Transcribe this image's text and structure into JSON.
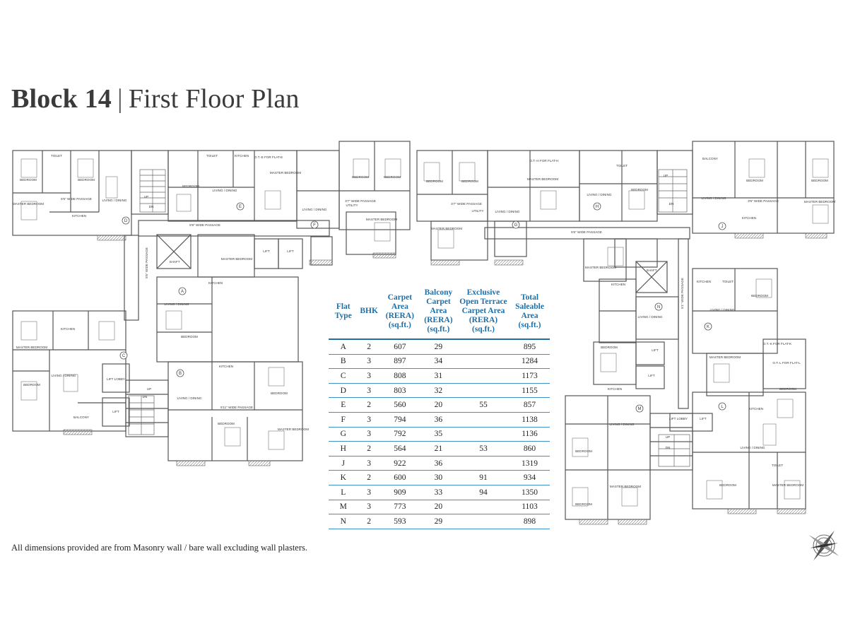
{
  "title": {
    "block": "Block 14",
    "separator": "|",
    "subtitle": "First Floor Plan"
  },
  "table": {
    "headers": [
      "Flat Type",
      "BHK",
      "Carpet Area (RERA) (sq.ft.)",
      "Balcony Carpet Area (RERA) (sq.ft.)",
      "Exclusive Open Terrace Carpet Area (RERA) (sq.ft.)",
      "Total Saleable Area (sq.ft.)"
    ],
    "rows": [
      [
        "A",
        "2",
        "607",
        "29",
        "",
        "895"
      ],
      [
        "B",
        "3",
        "897",
        "34",
        "",
        "1284"
      ],
      [
        "C",
        "3",
        "808",
        "31",
        "",
        "1173"
      ],
      [
        "D",
        "3",
        "803",
        "32",
        "",
        "1155"
      ],
      [
        "E",
        "2",
        "560",
        "20",
        "55",
        "857"
      ],
      [
        "F",
        "3",
        "794",
        "36",
        "",
        "1138"
      ],
      [
        "G",
        "3",
        "792",
        "35",
        "",
        "1136"
      ],
      [
        "H",
        "2",
        "564",
        "21",
        "53",
        "860"
      ],
      [
        "J",
        "3",
        "922",
        "36",
        "",
        "1319"
      ],
      [
        "K",
        "2",
        "600",
        "30",
        "91",
        "934"
      ],
      [
        "L",
        "3",
        "909",
        "33",
        "94",
        "1350"
      ],
      [
        "M",
        "3",
        "773",
        "20",
        "",
        "1103"
      ],
      [
        "N",
        "2",
        "593",
        "29",
        "",
        "898"
      ]
    ]
  },
  "note": "All dimensions provided are from Masonry wall / bare wall excluding wall plasters.",
  "plan_labels": {
    "passage_5ft9_top": "5'9\" WIDE PASSAGE",
    "passage_5ft6_right": "5'6\" WIDE PASSAGE",
    "passage_5ft5_left": "5'5\" WIDE PASSAGE",
    "passage_5ft_wide": "5'5\" WIDE PASSAGE",
    "passage_5ft11_right": "5'1\" WIDE PASSAGE",
    "passage_3ft7": "3'7\" WIDE PASSAGE",
    "passage_3ft6": "3'6\" WIDE PASSAGE",
    "passage_5ft11_b": "5'11\" WIDE PASSAGE",
    "shaft": "SHAFT",
    "lift": "LIFT",
    "lift_lobby": "LIFT LOBBY",
    "up": "UP",
    "dn": "DN",
    "bedroom": "BEDROOM",
    "master_bedroom": "MASTER BEDROOM",
    "toilet": "TOILET",
    "kitchen": "KITCHEN",
    "living_dining": "LIVING / DINING",
    "utility": "UTILITY",
    "balcony": "BALCONY",
    "ot_flat_e": "O.T.-E FOR FLAT-E",
    "ot_flat_h": "O.T.-H FOR FLAT-H",
    "ot_flat_k": "O.T.-K FOR FLAT-K",
    "ot_flat_l": "O.T.-L FOR FLAT-L",
    "flat_letters": [
      "A",
      "B",
      "C",
      "D",
      "E",
      "F",
      "G",
      "H",
      "J",
      "K",
      "L",
      "M",
      "N"
    ]
  },
  "colors": {
    "table_header": "#1d6fa8",
    "table_rule": "#3c8fc7",
    "line": "#555555"
  }
}
